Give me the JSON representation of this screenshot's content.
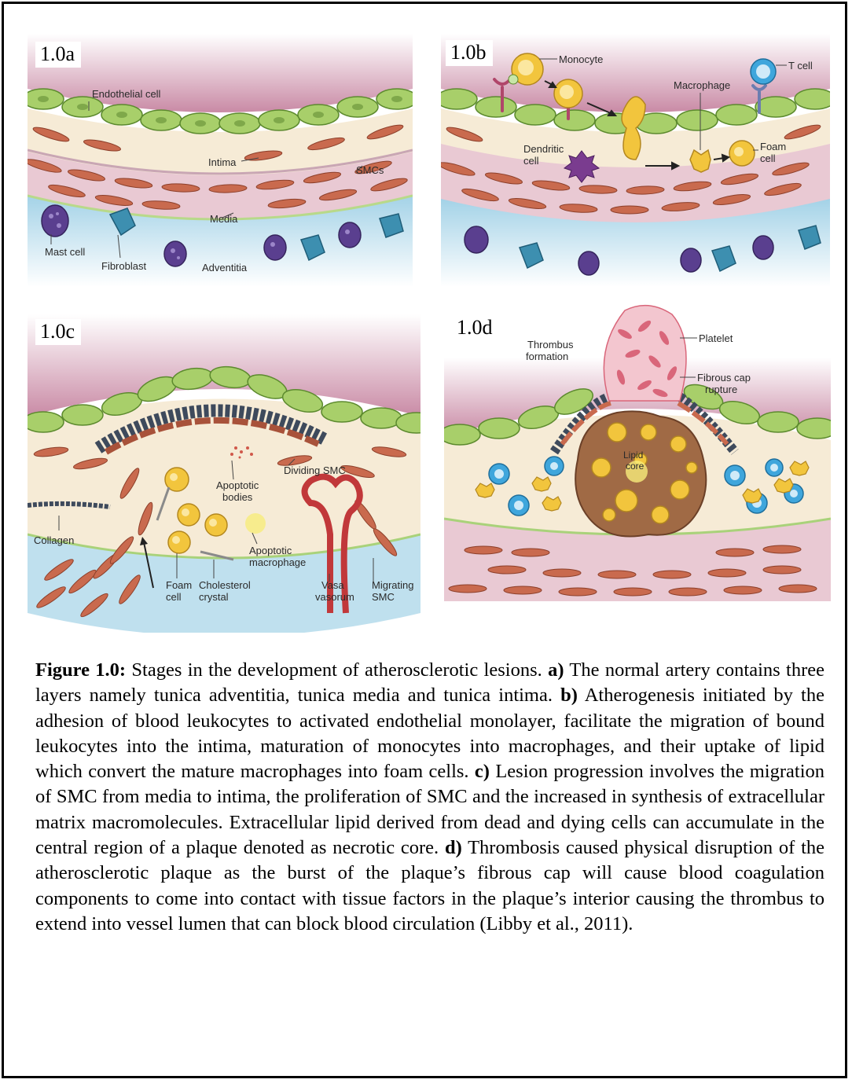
{
  "panels": {
    "a": {
      "tag": "1.0a",
      "labels": {
        "endothelial": "Endothelial cell",
        "intima": "Intima",
        "smcs": "SMCs",
        "media": "Media",
        "mast": "Mast cell",
        "fibroblast": "Fibroblast",
        "adventitia": "Adventitia"
      }
    },
    "b": {
      "tag": "1.0b",
      "labels": {
        "monocyte": "Monocyte",
        "tcell": "T cell",
        "macrophage": "Macrophage",
        "dendritic_1": "Dendritic",
        "dendritic_2": "cell",
        "foam_1": "Foam",
        "foam_2": "cell"
      }
    },
    "c": {
      "tag": "1.0c",
      "labels": {
        "dividing": "Dividing SMC",
        "apoptotic_bodies_1": "Apoptotic",
        "apoptotic_bodies_2": "bodies",
        "collagen": "Collagen",
        "apoptotic_mac_1": "Apoptotic",
        "apoptotic_mac_2": "macrophage",
        "foam_1": "Foam",
        "foam_2": "cell",
        "chol_1": "Cholesterol",
        "chol_2": "crystal",
        "vasa_1": "Vasa",
        "vasa_2": "vasorum",
        "migrating_1": "Migrating",
        "migrating_2": "SMC"
      }
    },
    "d": {
      "tag": "1.0d",
      "labels": {
        "thrombus_1": "Thrombus",
        "thrombus_2": "formation",
        "platelet": "Platelet",
        "rupture_1": "Fibrous cap",
        "rupture_2": "rupture",
        "lipid_1": "Lipid",
        "lipid_2": "core"
      }
    }
  },
  "caption": {
    "figure_label": "Figure 1.0:",
    "intro": " Stages in the development of atherosclerotic lesions. ",
    "a_label": "a)",
    "a_text": " The normal artery contains three layers namely tunica adventitia, tunica media and tunica intima. ",
    "b_label": "b)",
    "b_text": " Atherogenesis initiated by the adhesion of blood leukocytes to activated endothelial monolayer, facilitate the migration of bound leukocytes into the intima, maturation of monocytes into macrophages, and their uptake of lipid which convert the mature macrophages into foam cells. ",
    "c_label": "c)",
    "c_text": " Lesion progression involves the migration of SMC from media to intima, the proliferation of SMC and the increased in synthesis of extracellular matrix macromolecules. Extracellular lipid derived from dead and dying cells can accumulate in the central region of a plaque denoted as necrotic core. ",
    "d_label": "d)",
    "d_text": " Thrombosis caused physical disruption of the atherosclerotic plaque as the burst of the plaque’s fibrous cap will cause blood coagulation components to come into contact with tissue factors in the plaque’s interior causing the thrombus to extend into vessel lumen that can block blood circulation (Libby et al., 2011)."
  },
  "colors": {
    "lumen": "#c98aa5",
    "endothelium": "#a8cf6a",
    "intima": "#f6ebd6",
    "media": "#e9c9d3",
    "smc": "#c96a4e",
    "adventitia": "#9fd0e6",
    "foam": "#f2c53d",
    "mast": "#5a3f8f",
    "fibroblast": "#3d8fb0",
    "leukocyte": "#3fa6dc",
    "collagen": "#3e4a5c",
    "thrombus": "#d9667a"
  }
}
